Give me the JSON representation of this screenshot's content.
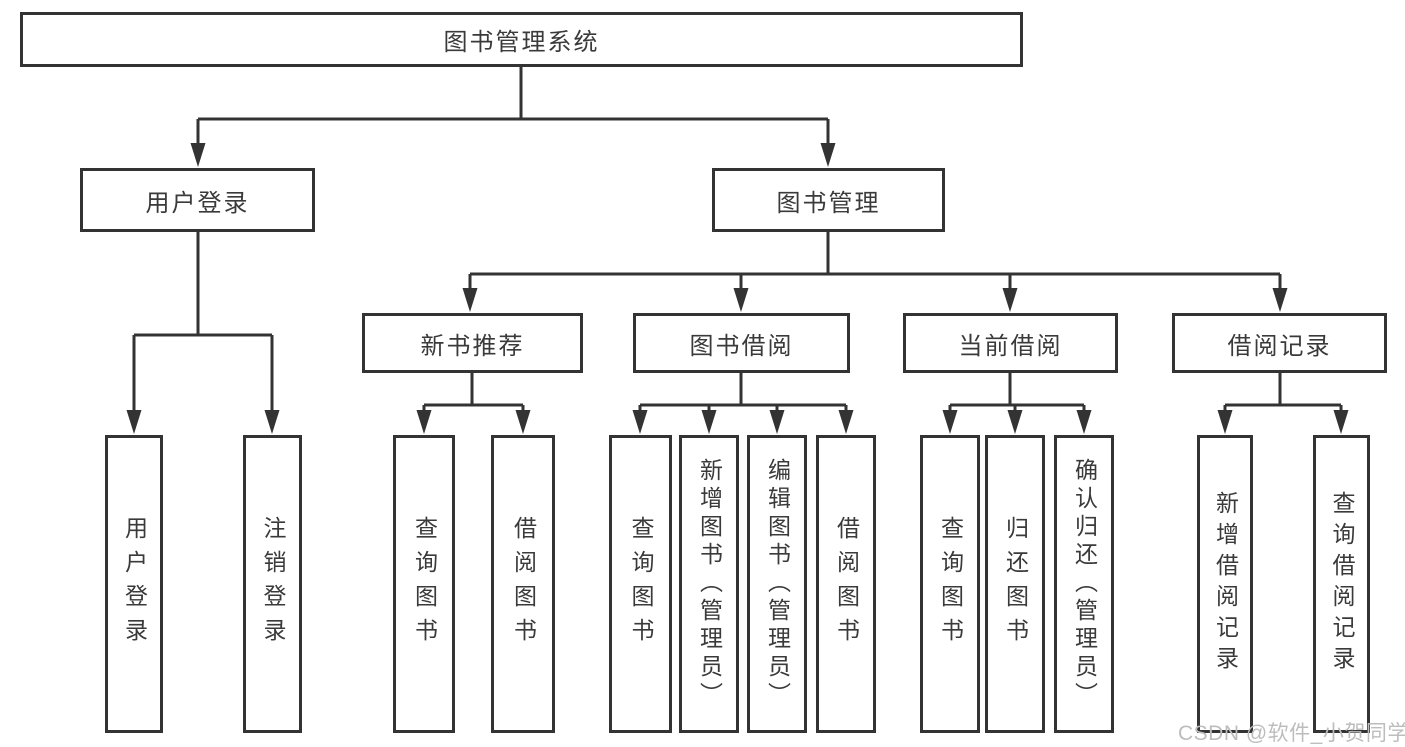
{
  "diagram": {
    "root": {
      "label": "图书管理系统"
    },
    "level2": [
      {
        "label": "用户登录"
      },
      {
        "label": "图书管理"
      }
    ],
    "level3": [
      {
        "label": "新书推荐"
      },
      {
        "label": "图书借阅"
      },
      {
        "label": "当前借阅"
      },
      {
        "label": "借阅记录"
      }
    ],
    "leaves": [
      {
        "label": "用户登录"
      },
      {
        "label": "注销登录"
      },
      {
        "label": "查询图书"
      },
      {
        "label": "借阅图书"
      },
      {
        "label": "查询图书"
      },
      {
        "label": "新增图书（管理员）"
      },
      {
        "label": "编辑图书（管理员）"
      },
      {
        "label": "借阅图书"
      },
      {
        "label": "查询图书"
      },
      {
        "label": "归还图书"
      },
      {
        "label": "确认归还（管理员）"
      },
      {
        "label": "新增借阅记录"
      },
      {
        "label": "查询借阅记录"
      }
    ]
  },
  "watermark": {
    "text": "CSDN @软件_小贺同学"
  },
  "colors": {
    "line": "#333333",
    "text": "#3a3a3a",
    "background": "#ffffff",
    "watermark": "#bdbdbd"
  }
}
